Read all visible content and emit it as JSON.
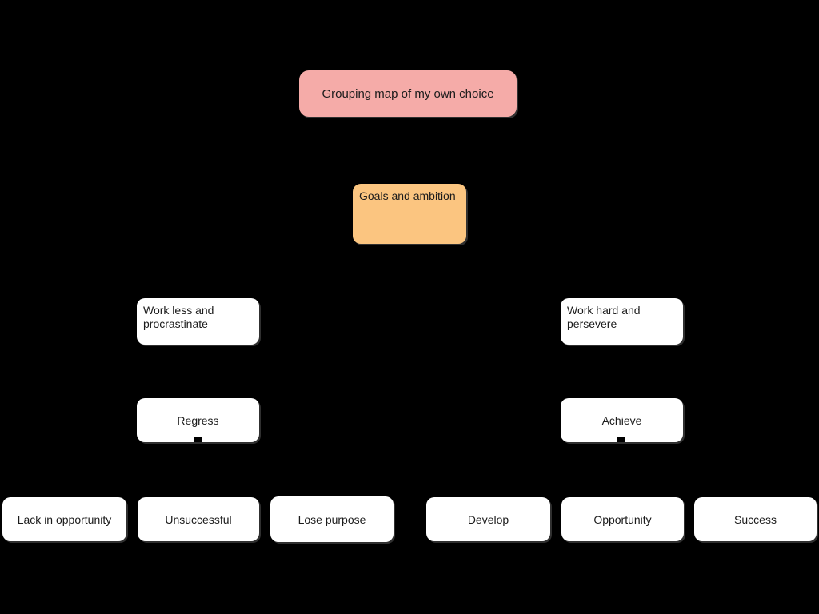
{
  "colors": {
    "background": "#000000",
    "title_node_fill": "#F5ABA8",
    "root_node_fill": "#FBC580",
    "child_node_fill": "#FFFFFF",
    "node_text": "#1C1C1C"
  },
  "nodes": {
    "title": "Grouping map of my own choice",
    "goals_and_ambition": "Goals and ambition",
    "work_less": "Work less and procrastinate",
    "work_hard": "Work hard and persevere",
    "regress": "Regress",
    "achieve": "Achieve",
    "lack_in_opportunity": "Lack in opportunity",
    "unsuccessful": "Unsuccessful",
    "lose_purpose": "Lose purpose",
    "develop": "Develop",
    "opportunity": "Opportunity",
    "success": "Success"
  }
}
